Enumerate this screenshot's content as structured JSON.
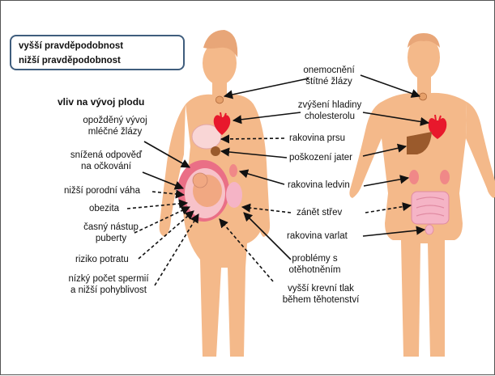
{
  "legend": {
    "solid": "vyšší pravděpodobnost",
    "dashed": "nižší pravděpodobnost"
  },
  "colors": {
    "skin": "#f4b98a",
    "heart": "#e8182c",
    "liver": "#9a5a2c",
    "kidney": "#f08888",
    "breast": "#f9d6d6",
    "uterus": "#ea6f86",
    "intestine": "#f5b4c6",
    "legend_border": "#3f5d7d"
  },
  "labels": {
    "fetal_header": "vliv na vývoj plodu",
    "mammary_1": "opožděný vývoj",
    "mammary_2": "mléčné žlázy",
    "vaccine_1": "snížená odpověď",
    "vaccine_2": "na očkování",
    "birth_weight": "nižší porodní váha",
    "obesity": "obezita",
    "puberty_1": "časný nástup",
    "puberty_2": "puberty",
    "miscarriage": "riziko potratu",
    "sperm_1": "nízký počet spermií",
    "sperm_2": "a nižší pohyblivost",
    "thyroid_1": "onemocnění",
    "thyroid_2": "štítné žlázy",
    "cholesterol_1": "zvýšení hladiny",
    "cholesterol_2": "cholesterolu",
    "breast_cancer": "rakovina prsu",
    "liver_damage": "poškození jater",
    "kidney_cancer": "rakovina ledvin",
    "colitis": "zánět střev",
    "testicular_cancer": "rakovina varlat",
    "conception_1": "problémy s",
    "conception_2": "otěhotněním",
    "bp_1": "vyšší krevní tlak",
    "bp_2": "během těhotenství"
  }
}
